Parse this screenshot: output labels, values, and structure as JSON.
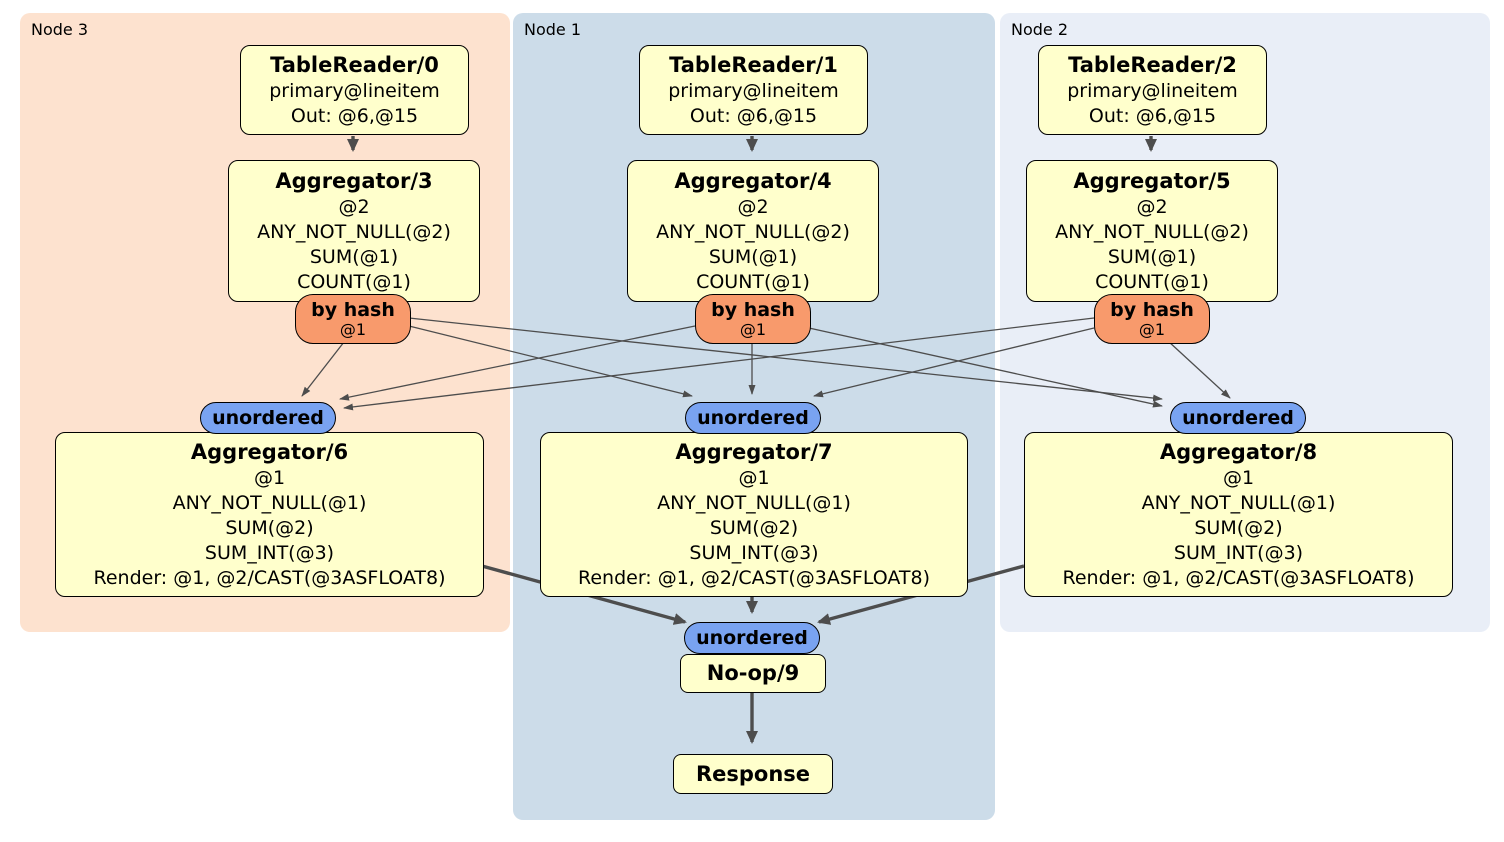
{
  "regions": [
    {
      "label": "Node 3"
    },
    {
      "label": "Node 1"
    },
    {
      "label": "Node 2"
    }
  ],
  "labels": {
    "unordered": "unordered"
  },
  "routers": [
    {
      "title": "by hash",
      "detail": "@1"
    },
    {
      "title": "by hash",
      "detail": "@1"
    },
    {
      "title": "by hash",
      "detail": "@1"
    }
  ],
  "operators": {
    "tablereader0": {
      "title": "TableReader/0",
      "lines": [
        "primary@lineitem",
        "Out: @6,@15"
      ]
    },
    "tablereader1": {
      "title": "TableReader/1",
      "lines": [
        "primary@lineitem",
        "Out: @6,@15"
      ]
    },
    "tablereader2": {
      "title": "TableReader/2",
      "lines": [
        "primary@lineitem",
        "Out: @6,@15"
      ]
    },
    "aggregator3": {
      "title": "Aggregator/3",
      "lines": [
        "@2",
        "ANY_NOT_NULL(@2)",
        "SUM(@1)",
        "COUNT(@1)"
      ]
    },
    "aggregator4": {
      "title": "Aggregator/4",
      "lines": [
        "@2",
        "ANY_NOT_NULL(@2)",
        "SUM(@1)",
        "COUNT(@1)"
      ]
    },
    "aggregator5": {
      "title": "Aggregator/5",
      "lines": [
        "@2",
        "ANY_NOT_NULL(@2)",
        "SUM(@1)",
        "COUNT(@1)"
      ]
    },
    "aggregator6": {
      "title": "Aggregator/6",
      "lines": [
        "@1",
        "ANY_NOT_NULL(@1)",
        "SUM(@2)",
        "SUM_INT(@3)",
        "Render: @1, @2/CAST(@3ASFLOAT8)"
      ]
    },
    "aggregator7": {
      "title": "Aggregator/7",
      "lines": [
        "@1",
        "ANY_NOT_NULL(@1)",
        "SUM(@2)",
        "SUM_INT(@3)",
        "Render: @1, @2/CAST(@3ASFLOAT8)"
      ]
    },
    "aggregator8": {
      "title": "Aggregator/8",
      "lines": [
        "@1",
        "ANY_NOT_NULL(@1)",
        "SUM(@2)",
        "SUM_INT(@3)",
        "Render: @1, @2/CAST(@3ASFLOAT8)"
      ]
    },
    "noop9": {
      "title": "No-op/9"
    },
    "response": {
      "title": "Response"
    }
  },
  "colors": {
    "operator_fill": "#ffffcc",
    "router_fill": "#f89a6c",
    "stream_fill": "#79a3f1",
    "region_node3_fill": "#fde2cf",
    "region_node1_fill": "#ccdce9",
    "region_node2_fill": "#e9eef7",
    "edge": "#4d4d4d",
    "border": "#000000"
  }
}
